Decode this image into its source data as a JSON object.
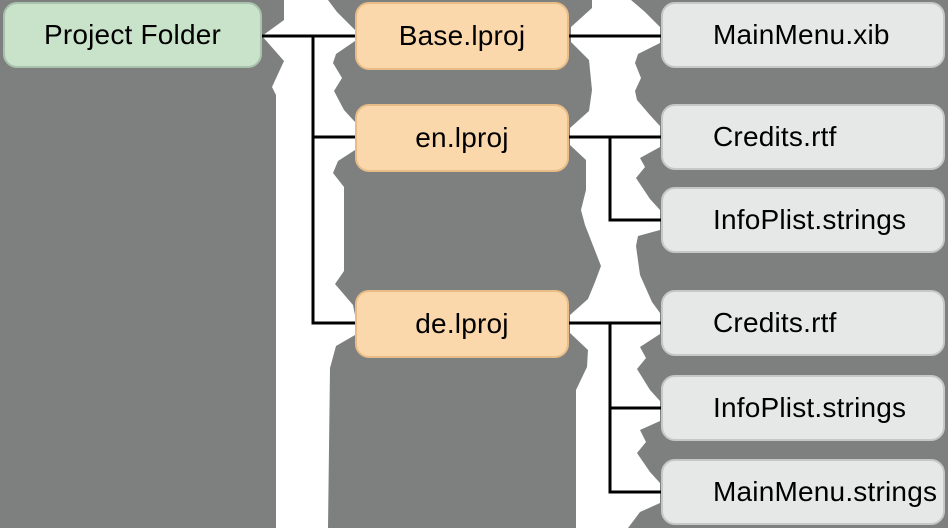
{
  "colors": {
    "background": "#7d807f",
    "tear": "#ffffff",
    "connector": "#000000",
    "folder": "#c8e3c9",
    "folder_border": "#a9c2ab",
    "lproj": "#fbd8ac",
    "lproj_border": "#e7bc87",
    "file": "#e6e7e7",
    "file_border": "#c6c8c8",
    "text": "#000000"
  },
  "tree": {
    "root": {
      "label": "Project Folder"
    },
    "lprojs": [
      {
        "label": "Base.lproj",
        "files": [
          "MainMenu.xib"
        ]
      },
      {
        "label": "en.lproj",
        "files": [
          "Credits.rtf",
          "InfoPlist.strings"
        ]
      },
      {
        "label": "de.lproj",
        "files": [
          "Credits.rtf",
          "InfoPlist.strings",
          "MainMenu.strings"
        ]
      }
    ]
  }
}
